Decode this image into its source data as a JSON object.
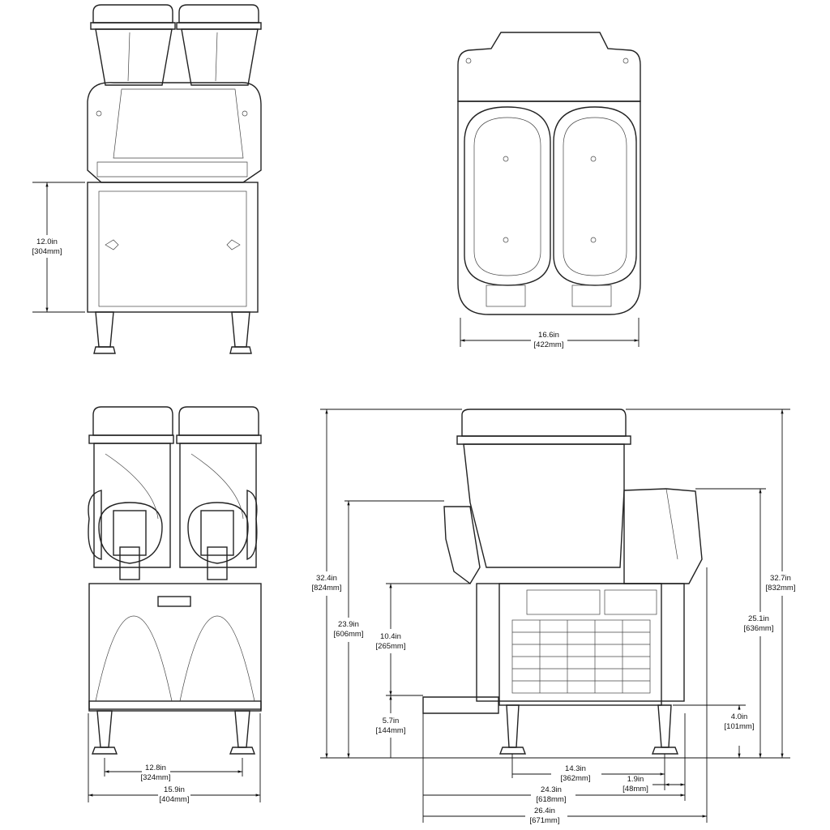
{
  "views": {
    "front_open": {
      "height": {
        "in": "12.0in",
        "mm": "[304mm]"
      }
    },
    "top": {
      "width": {
        "in": "16.6in",
        "mm": "[422mm]"
      }
    },
    "front": {
      "leg_spacing": {
        "in": "12.8in",
        "mm": "[324mm]"
      },
      "width": {
        "in": "15.9in",
        "mm": "[404mm]"
      }
    },
    "side": {
      "overall_height_front": {
        "in": "32.4in",
        "mm": "[824mm]"
      },
      "spout_height": {
        "in": "23.9in",
        "mm": "[606mm]"
      },
      "drip_clearance": {
        "in": "10.4in",
        "mm": "[265mm]"
      },
      "tray_height": {
        "in": "5.7in",
        "mm": "[144mm]"
      },
      "overall_height_rear": {
        "in": "32.7in",
        "mm": "[832mm]"
      },
      "cabinet_height": {
        "in": "25.1in",
        "mm": "[636mm]"
      },
      "leg_height": {
        "in": "4.0in",
        "mm": "[101mm]"
      },
      "leg_depth": {
        "in": "14.3in",
        "mm": "[362mm]"
      },
      "rear_offset": {
        "in": "1.9in",
        "mm": "[48mm]"
      },
      "depth": {
        "in": "24.3in",
        "mm": "[618mm]"
      },
      "overall_depth": {
        "in": "26.4in",
        "mm": "[671mm]"
      }
    }
  }
}
